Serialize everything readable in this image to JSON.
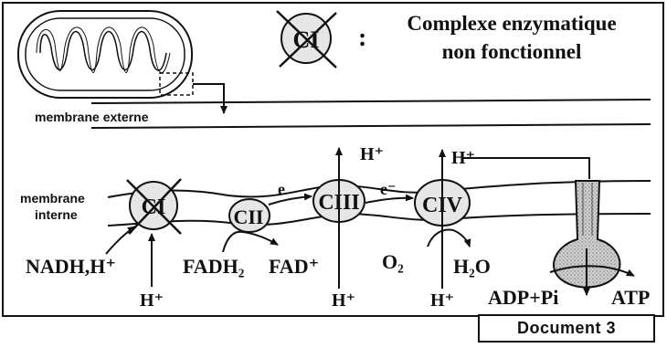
{
  "legend": {
    "symbol_label": "CI",
    "colon": ":",
    "line1": "Complexe enzymatique",
    "line2": "non fonctionnel"
  },
  "labels": {
    "outer_membrane": "membrane externe",
    "inner_membrane_line1": "membrane",
    "inner_membrane_line2": "interne"
  },
  "complexes": {
    "ci": "CI",
    "cii": "CII",
    "ciii": "CIII",
    "civ": "CIV"
  },
  "electron_labels": {
    "cii_to_ciii": "e",
    "ciii_to_civ": "e⁻"
  },
  "substrates": {
    "nadh": "NADH,H⁺",
    "fadh2": "FADH₂",
    "fad": "FAD⁺",
    "o2": "O₂",
    "h2o": "H₂O",
    "adp_pi": "ADP+Pi",
    "atp": "ATP"
  },
  "protons": {
    "ci_matrix": "H⁺",
    "ciii_matrix": "H⁺",
    "ciii_ims": "H⁺",
    "civ_matrix": "H⁺",
    "civ_ims": "H⁺"
  },
  "document_label": "Document 3"
}
